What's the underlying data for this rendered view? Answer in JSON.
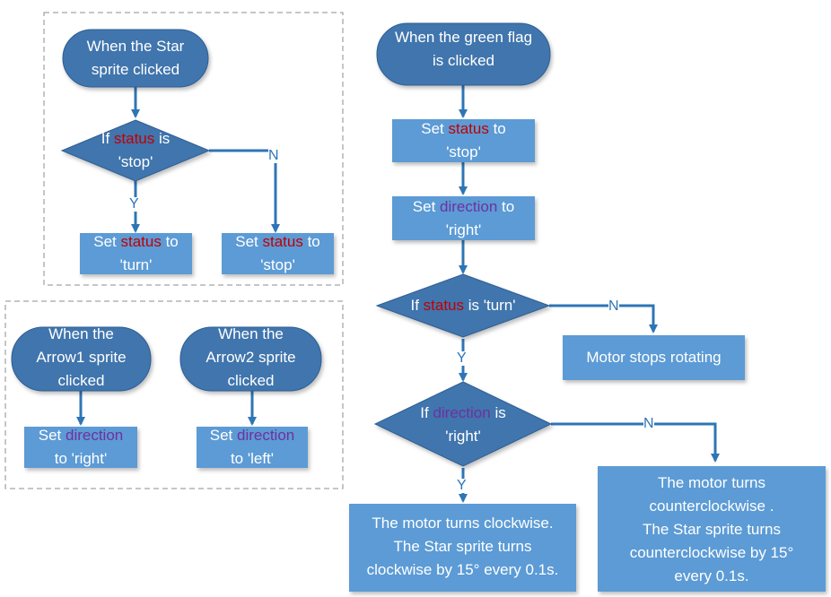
{
  "colors": {
    "terminal_fill": "#3f74ad",
    "process_fill": "#5b9bd5",
    "decision_fill": "#3f74ad",
    "arrow": "#2e75b6",
    "keyword_status": "#c00000",
    "keyword_direction": "#7030a0"
  },
  "star_group": {
    "start": {
      "line1": "When the Star",
      "line2": "sprite clicked"
    },
    "decision": {
      "pre": "If ",
      "kw": "status",
      "post": " is",
      "line2": "'stop'"
    },
    "yes_label": "Y",
    "no_label": "N",
    "set_turn": {
      "pre": "Set ",
      "kw": "status",
      "post": " to",
      "line2": "'turn'"
    },
    "set_stop": {
      "pre": "Set ",
      "kw": "status",
      "post": " to",
      "line2": "'stop'"
    }
  },
  "arrow_group": {
    "arrow1_start": {
      "line1": "When the",
      "line2": "Arrow1 sprite",
      "line3": "clicked"
    },
    "arrow2_start": {
      "line1": "When the",
      "line2": "Arrow2 sprite",
      "line3": "clicked"
    },
    "set_right": {
      "pre": "Set ",
      "kw": "direction",
      "line2": "to 'right'"
    },
    "set_left": {
      "pre": "Set ",
      "kw": "direction",
      "line2": "to 'left'"
    }
  },
  "main_flow": {
    "start": {
      "line1": "When the green flag",
      "line2": "is clicked"
    },
    "set_status": {
      "pre": "Set ",
      "kw": "status",
      "post": " to",
      "line2": "'stop'"
    },
    "set_direction": {
      "pre": "Set ",
      "kw": "direction",
      "post": " to",
      "line2": "'right'"
    },
    "decision_status": {
      "pre": "If ",
      "kw": "status",
      "post": " is 'turn'"
    },
    "motor_stop": "Motor stops rotating",
    "decision_direction": {
      "pre": "If ",
      "kw": "direction",
      "post": " is",
      "line2": "'right'"
    },
    "clockwise": {
      "line1": "The motor turns clockwise.",
      "line2": "The Star sprite turns",
      "line3": "clockwise by 15° every 0.1s."
    },
    "counterclockwise": {
      "line1": "The motor turns",
      "line2": "counterclockwise .",
      "line3": "The Star sprite turns",
      "line4": "counterclockwise by 15°",
      "line5": "every 0.1s."
    },
    "yes_label": "Y",
    "no_label": "N"
  }
}
